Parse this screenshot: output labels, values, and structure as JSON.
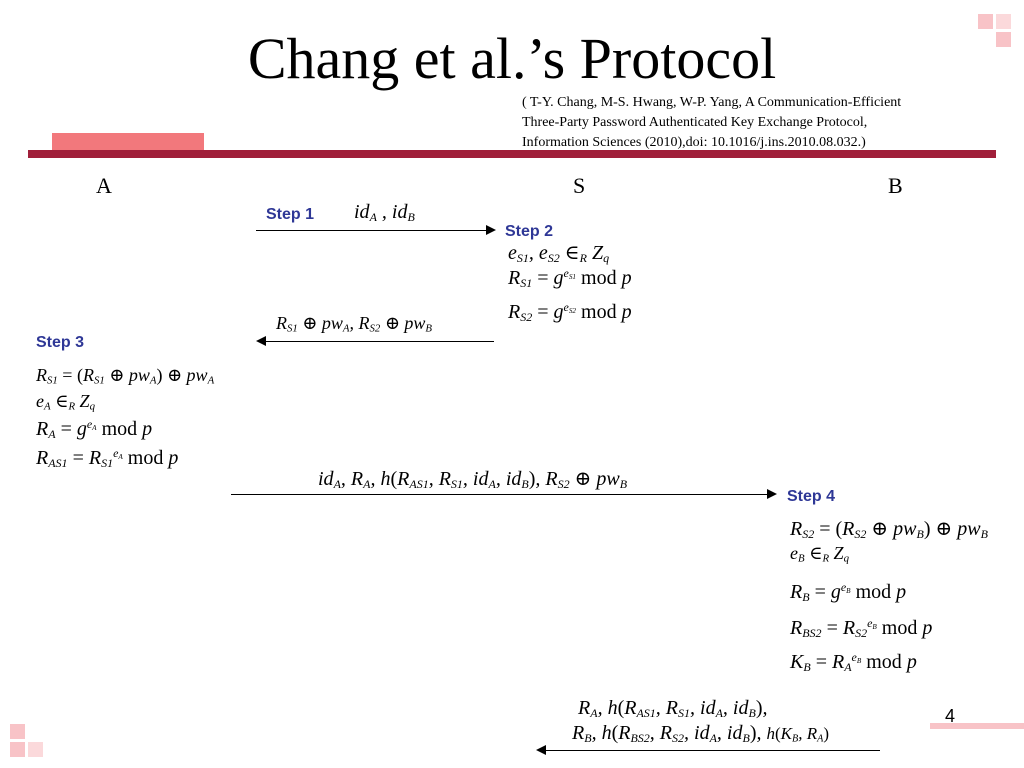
{
  "title": "Chang et al.’s Protocol",
  "citation": [
    "( T-Y. Chang, M-S. Hwang, W-P. Yang, A Communication-Efficient",
    "Three-Party Password Authenticated Key Exchange Protocol,",
    "Information Sciences (2010),doi: 10.1016/j.ins.2010.08.032.)"
  ],
  "parties": {
    "a": "A",
    "s": "S",
    "b": "B"
  },
  "steps": {
    "step1": "Step 1",
    "step2": "Step 2",
    "step3": "Step 3",
    "step4": "Step 4"
  },
  "page_number": "4",
  "colors": {
    "accent": "#a01f3a",
    "pink": "#f2787c",
    "light_pink": "#f8c3c7",
    "step_label": "#2e3796"
  }
}
